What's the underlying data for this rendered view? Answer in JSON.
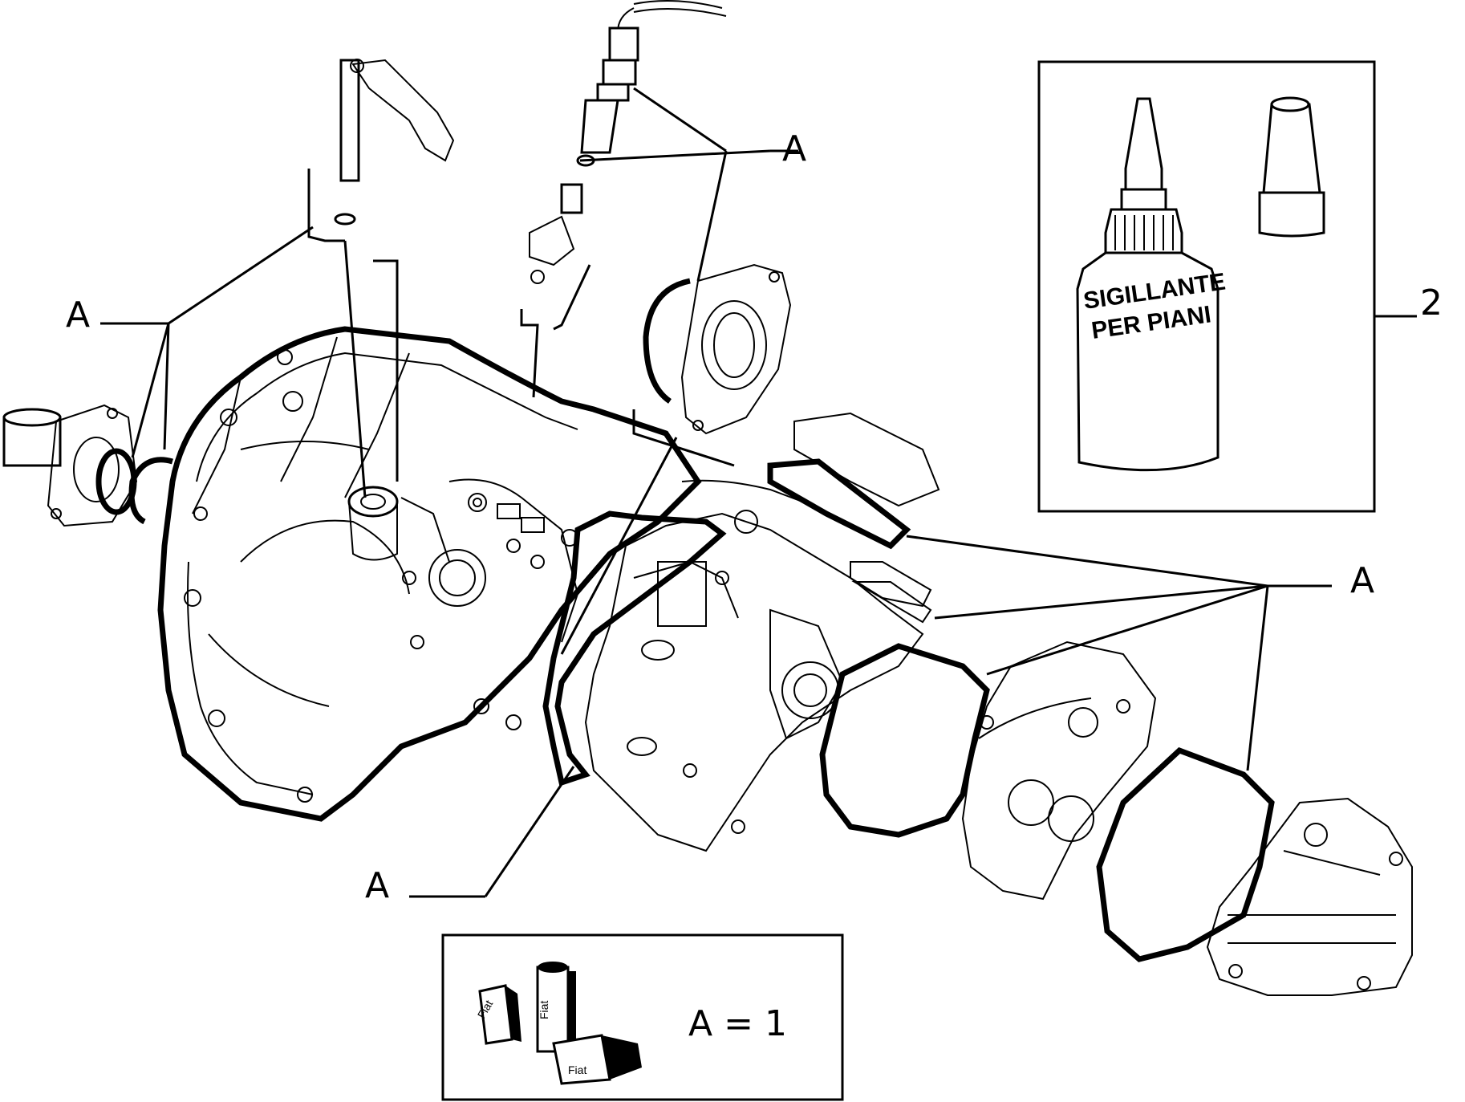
{
  "callouts": {
    "gasket_label": "A",
    "kit_label": "2"
  },
  "bottle": {
    "line1": "SIGILLANTE",
    "line2": "PER PIANI"
  },
  "legend": {
    "equation": "A = 1",
    "product_mark": "Fiat"
  }
}
